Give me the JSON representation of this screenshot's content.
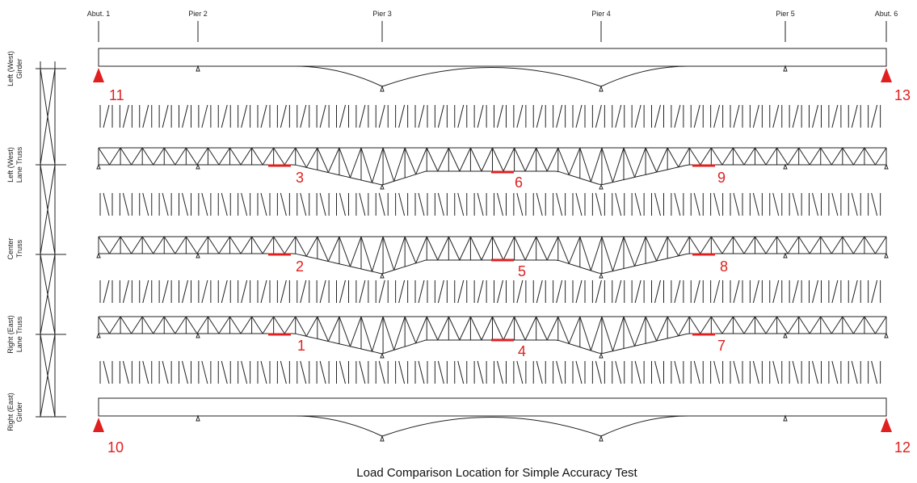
{
  "supports": [
    {
      "id": "abut1",
      "label": "Abut. 1"
    },
    {
      "id": "pier2",
      "label": "Pier 2"
    },
    {
      "id": "pier3",
      "label": "Pier 3"
    },
    {
      "id": "pier4",
      "label": "Pier 4"
    },
    {
      "id": "pier5",
      "label": "Pier 5"
    },
    {
      "id": "abut6",
      "label": "Abut. 6"
    }
  ],
  "side_labels": [
    {
      "line1": "Left (West)",
      "line2": "Girder"
    },
    {
      "line1": "Left (West)",
      "line2": "Lane Truss"
    },
    {
      "line1": "Center",
      "line2": "Truss"
    },
    {
      "line1": "Right (East)",
      "line2": "Lane Truss"
    },
    {
      "line1": "Right (East)",
      "line2": "Girder"
    }
  ],
  "load_markers": {
    "bearings": [
      "11",
      "13",
      "10",
      "12"
    ],
    "truss_left_lane": [
      "3",
      "6",
      "9"
    ],
    "truss_center": [
      "2",
      "5",
      "8"
    ],
    "truss_right_lane": [
      "1",
      "4",
      "7"
    ]
  },
  "caption": "Load Comparison Location for Simple Accuracy Test",
  "colors": {
    "structure": "#222222",
    "highlight": "#e02020"
  }
}
